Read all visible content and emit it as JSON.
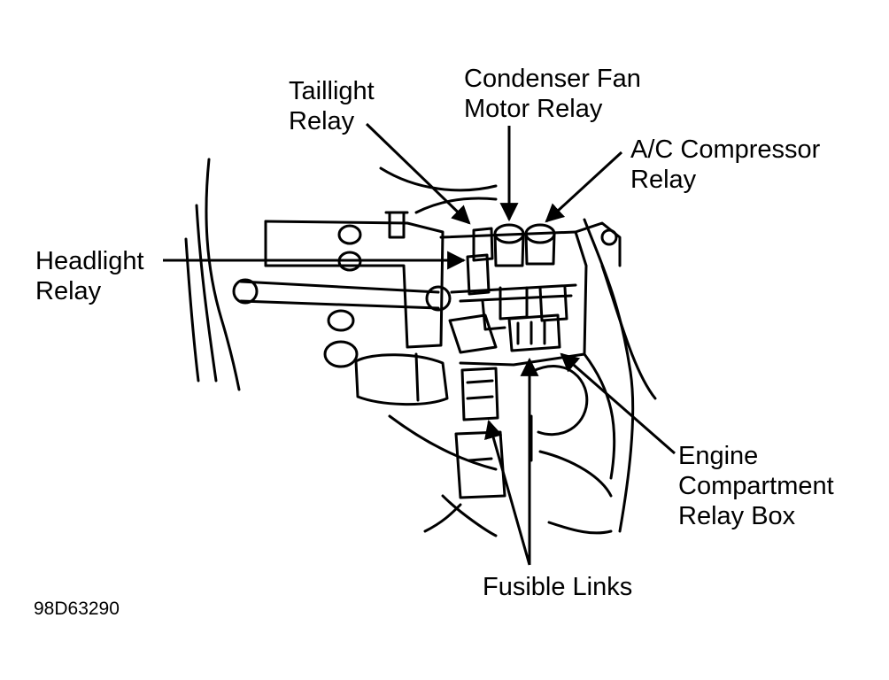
{
  "labels": {
    "taillight_relay": [
      "Taillight",
      "Relay"
    ],
    "condenser_fan_motor_relay": [
      "Condenser Fan",
      "Motor Relay"
    ],
    "ac_compressor_relay": [
      "A/C Compressor",
      "Relay"
    ],
    "headlight_relay": [
      "Headlight",
      "Relay"
    ],
    "engine_compartment_relay_box": [
      "Engine",
      "Compartment",
      "Relay Box"
    ],
    "fusible_links": "Fusible Links"
  },
  "figure_code": "98D63290",
  "colors": {
    "ink": "#000000",
    "paper": "#ffffff"
  }
}
